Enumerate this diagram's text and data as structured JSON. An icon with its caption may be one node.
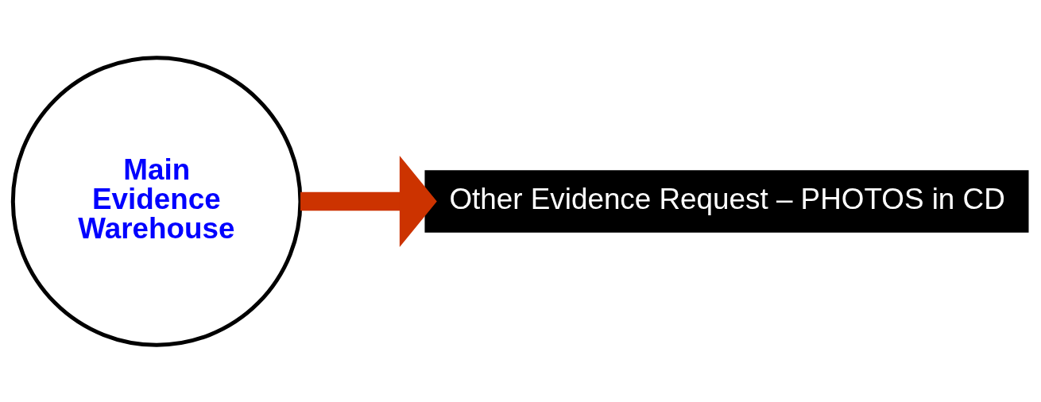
{
  "diagram": {
    "nodes": [
      {
        "text": [
          "Main Evidence Warehouse"
        ]
      },
      {
        "text": [
          "Other Evidence Request – PHOTOS in CD"
        ]
      }
    ],
    "edges": [
      {
        "from": 0,
        "to": 1,
        "arrow": "to",
        "color": "#cc3300"
      }
    ]
  }
}
